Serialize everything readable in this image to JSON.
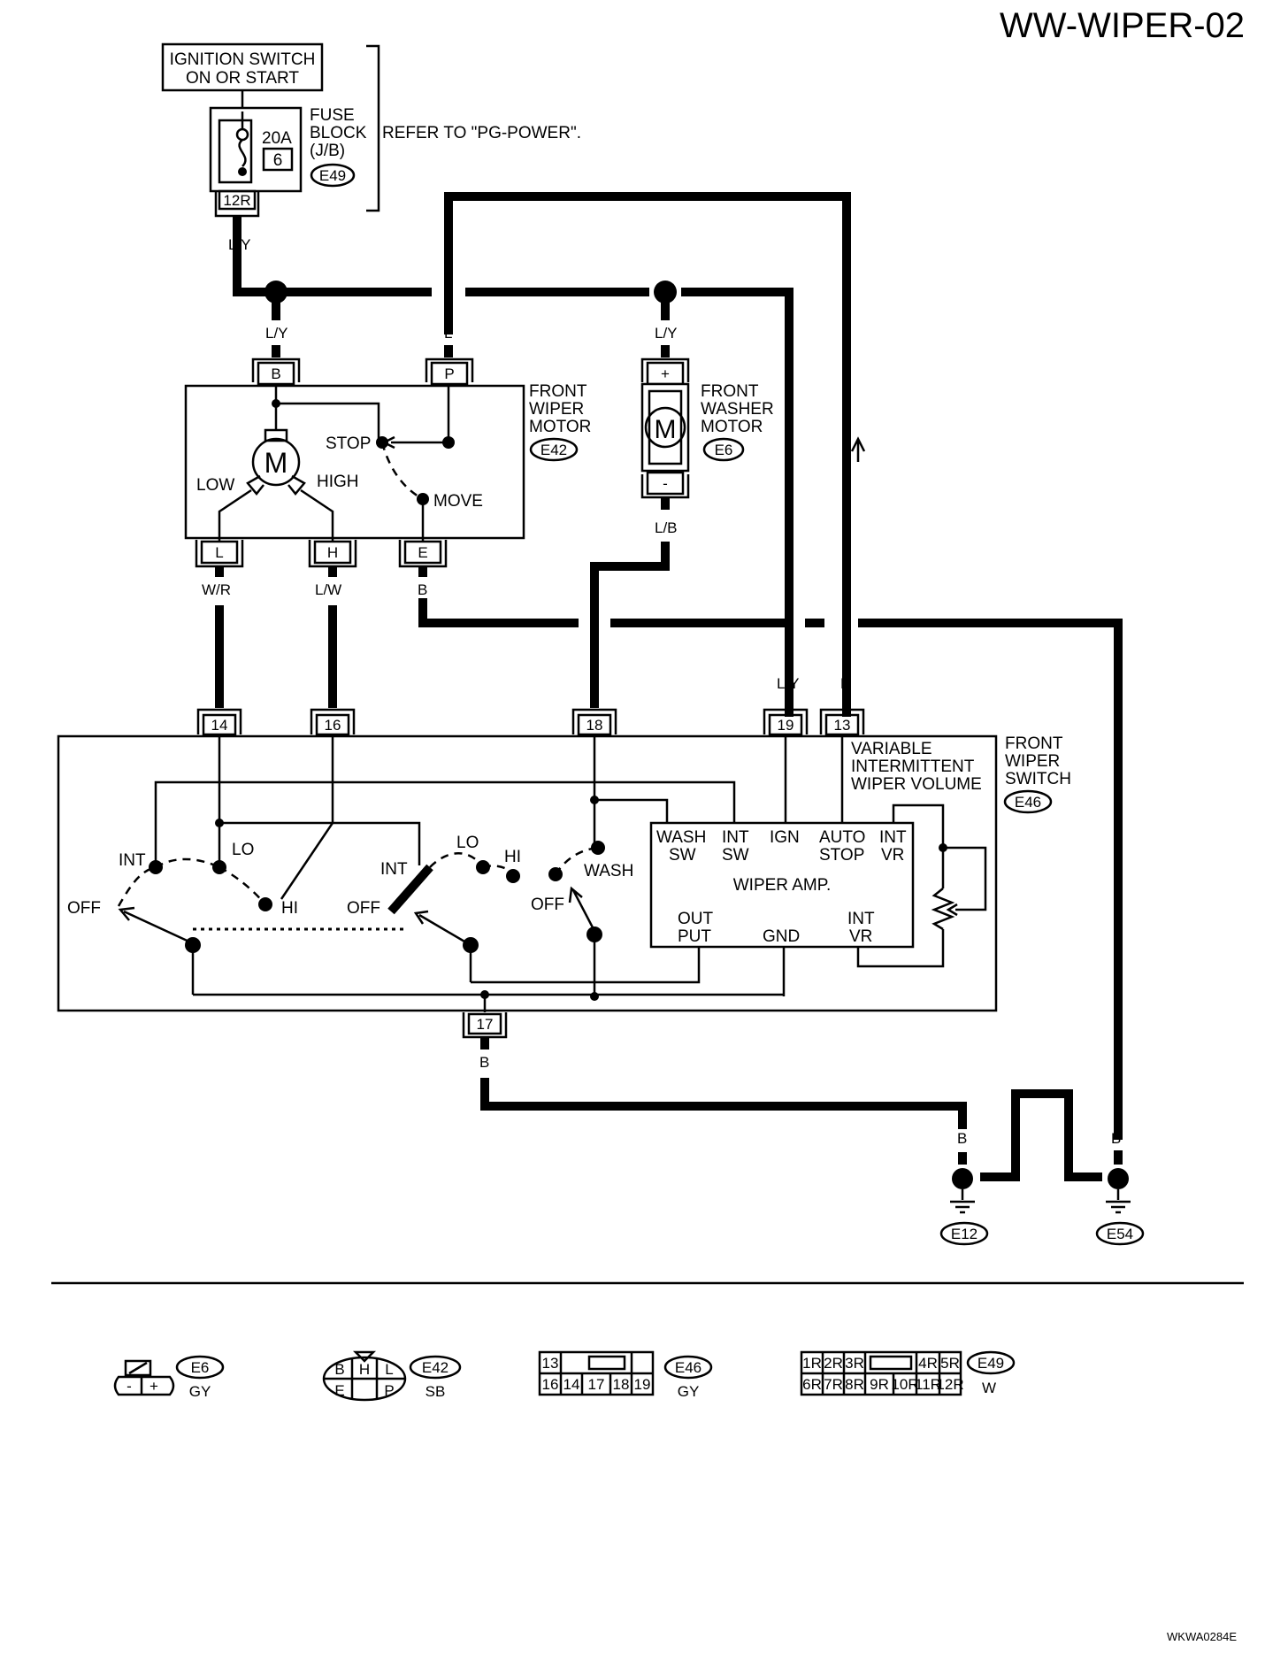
{
  "header": {
    "title": "WW-WIPER-02",
    "footer_code": "WKWA0284E"
  },
  "power": {
    "ignition_line1": "IGNITION SWITCH",
    "ignition_line2": "ON OR START",
    "fuse_amp": "20A",
    "fuse_no": "6",
    "fuse_label1": "FUSE",
    "fuse_label2": "BLOCK",
    "fuse_label3": "(J/B)",
    "fuse_conn": "E49",
    "fuse_pin": "12R",
    "refer": "REFER TO \"PG-POWER\"."
  },
  "wires": {
    "ly": "L/Y",
    "l": "L",
    "lb": "L/B",
    "wr": "W/R",
    "lw": "L/W",
    "b": "B"
  },
  "wiper_motor": {
    "label1": "FRONT",
    "label2": "WIPER",
    "label3": "MOTOR",
    "conn": "E42",
    "pin_b": "B",
    "pin_p": "P",
    "pin_l": "L",
    "pin_h": "H",
    "pin_e": "E",
    "motor": "M",
    "stop": "STOP",
    "move": "MOVE",
    "low": "LOW",
    "high": "HIGH"
  },
  "washer_motor": {
    "label1": "FRONT",
    "label2": "WASHER",
    "label3": "MOTOR",
    "conn": "E6",
    "motor": "M",
    "plus": "+",
    "minus": "-"
  },
  "wiper_switch": {
    "label1": "FRONT",
    "label2": "WIPER",
    "label3": "SWITCH",
    "conn": "E46",
    "pin14": "14",
    "pin16": "16",
    "pin18": "18",
    "pin19": "19",
    "pin13": "13",
    "pin17": "17",
    "vr1": "VARIABLE",
    "vr2": "INTERMITTENT",
    "vr3": "WIPER VOLUME",
    "int": "INT",
    "lo": "LO",
    "hi": "HI",
    "off": "OFF",
    "wash": "WASH",
    "int2": "INT",
    "off2": "OFF",
    "lo2": "LO",
    "hi2": "HI",
    "off3": "OFF",
    "amp": {
      "wash_sw1": "WASH",
      "wash_sw2": "SW",
      "int_sw1": "INT",
      "int_sw2": "SW",
      "ign": "IGN",
      "auto1": "AUTO",
      "auto2": "STOP",
      "intvr1": "INT",
      "intvr2": "VR",
      "title": "WIPER AMP.",
      "out1": "OUT",
      "out2": "PUT",
      "gnd": "GND",
      "intvr_b1": "INT",
      "intvr_b2": "VR"
    }
  },
  "grounds": {
    "e12": "E12",
    "e54": "E54"
  },
  "connectors": {
    "e6": {
      "id": "E6",
      "color": "GY",
      "pins": [
        "-",
        "+"
      ]
    },
    "e42": {
      "id": "E42",
      "color": "SB",
      "pins": [
        "B",
        "H",
        "L",
        "E",
        "P"
      ]
    },
    "e46": {
      "id": "E46",
      "color": "GY",
      "pins": [
        "13",
        "16",
        "14",
        "17",
        "18",
        "19"
      ]
    },
    "e49": {
      "id": "E49",
      "color": "W",
      "pins": [
        "1R",
        "2R",
        "3R",
        "4R",
        "5R",
        "6R",
        "7R",
        "8R",
        "9R",
        "10R",
        "11R",
        "12R"
      ]
    }
  }
}
